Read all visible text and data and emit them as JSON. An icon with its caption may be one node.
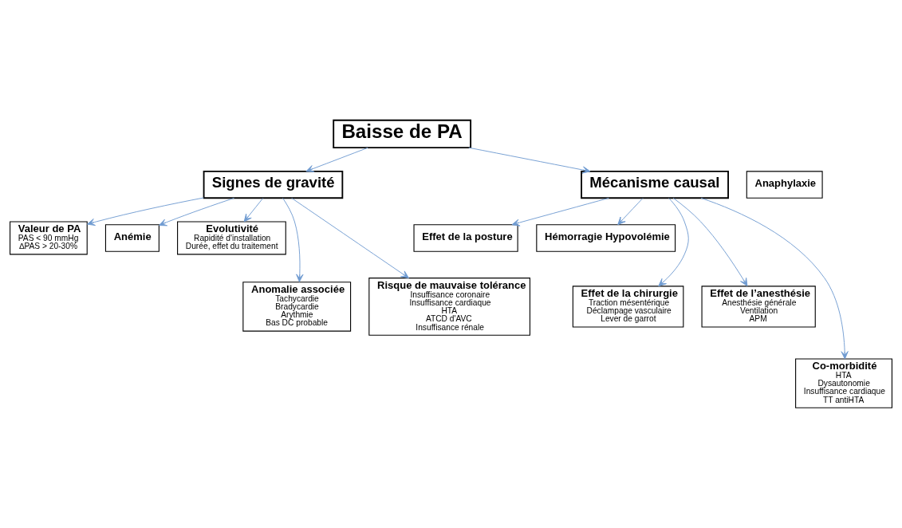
{
  "diagram": {
    "nodes": [
      {
        "text": [
          "Baisse de PA"
        ]
      },
      {
        "text": [
          "Signes de gravité"
        ]
      },
      {
        "text": [
          "Mécanisme causal"
        ]
      },
      {
        "text": [
          "Anaphylaxie"
        ]
      },
      {
        "text": [
          "Valeur de PA",
          "PAS < 90 mmHg",
          "∆PAS > 20-30%"
        ]
      },
      {
        "text": [
          "Anémie"
        ]
      },
      {
        "text": [
          "Evolutivité",
          "Rapidité d'installation",
          "Durée, effet du traitement"
        ]
      },
      {
        "text": [
          "Anomalie associée",
          "Tachycardie",
          "Bradycardie",
          "Arythmie",
          "Bas DC probable"
        ]
      },
      {
        "text": [
          "Risque de mauvaise tolérance",
          "Insuffisance coronaire",
          "Insuffisance cardiaque",
          "HTA",
          "ATCD d'AVC",
          "Insuffisance rénale"
        ]
      },
      {
        "text": [
          "Effet de la posture"
        ]
      },
      {
        "text": [
          "Hémorragie Hypovolémie"
        ]
      },
      {
        "text": [
          "Effet de la chirurgie",
          "Traction mésentérique",
          "Déclampage vasculaire",
          "Lever de garrot"
        ]
      },
      {
        "text": [
          "Effet de l’anesthésie",
          "Anesthésie générale",
          "Ventilation",
          "APM"
        ]
      },
      {
        "text": [
          "Co-morbidité",
          "HTA",
          "Dysautonomie",
          "Insuffisance cardiaque",
          "TT antiHTA"
        ]
      }
    ],
    "edges": [
      {
        "from": 0,
        "to": 1,
        "arrow": "to"
      },
      {
        "from": 0,
        "to": 2,
        "arrow": "to"
      },
      {
        "from": 1,
        "to": 4,
        "arrow": "to"
      },
      {
        "from": 1,
        "to": 7,
        "arrow": "to"
      },
      {
        "from": 1,
        "to": 5,
        "arrow": "to"
      },
      {
        "from": 1,
        "to": 8,
        "arrow": "to"
      },
      {
        "from": 1,
        "to": 6,
        "arrow": "to"
      },
      {
        "from": 2,
        "to": 9,
        "arrow": "to"
      },
      {
        "from": 2,
        "to": 11,
        "arrow": "to"
      },
      {
        "from": 2,
        "to": 13,
        "arrow": "to"
      },
      {
        "from": 2,
        "to": 12,
        "arrow": "to"
      },
      {
        "from": 2,
        "to": 10,
        "arrow": "to"
      }
    ]
  }
}
